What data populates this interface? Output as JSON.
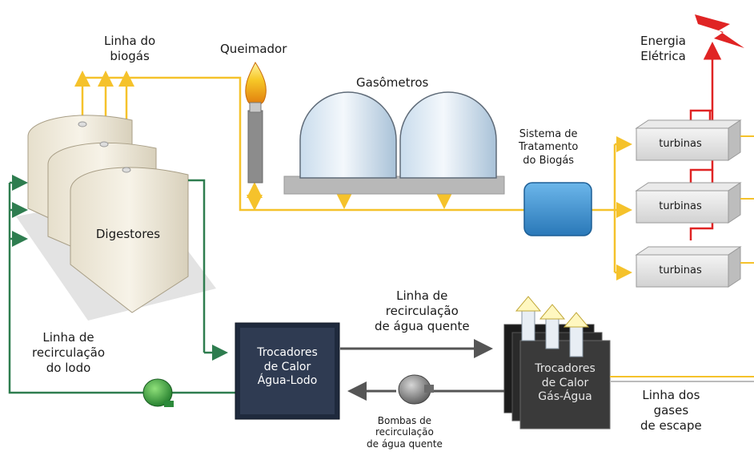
{
  "labels": {
    "biogas_line": [
      "Linha do",
      "biogás"
    ],
    "burner": "Queimador",
    "gasometers": "Gasômetros",
    "electric_energy": [
      "Energia",
      "Elétrica"
    ],
    "treatment_system": [
      "Sistema de",
      "Tratamento",
      "do Biogás"
    ],
    "turbines": [
      "turbinas",
      "turbinas",
      "turbinas"
    ],
    "digesters": "Digestores",
    "hot_water_line": [
      "Linha de",
      "recirculação",
      "de água quente"
    ],
    "sludge_line": [
      "Linha de",
      "recirculação",
      "do lodo"
    ],
    "hx_water_sludge": [
      "Trocadores",
      "de Calor",
      "Água-Lodo"
    ],
    "hx_gas_water": [
      "Trocadores",
      "de Calor",
      "Gás-Água"
    ],
    "exhaust_line": [
      "Linha dos",
      "gases",
      "de escape"
    ],
    "pumps": [
      "Bombas de",
      "recirculação",
      "de água quente"
    ]
  },
  "colors": {
    "biogas_line": "#f5c22b",
    "recirculation_line": "#2e7d4f",
    "electric_line": "#e02424",
    "hot_water_arrow": "#555555",
    "treatment_box": "#3a8fd1",
    "hx_dark": "#2b3447"
  },
  "icons": [
    "flame-icon",
    "lightning-bolt-icon",
    "green-pump-icon",
    "gray-pump-icon",
    "exhaust-chimney-icon"
  ]
}
